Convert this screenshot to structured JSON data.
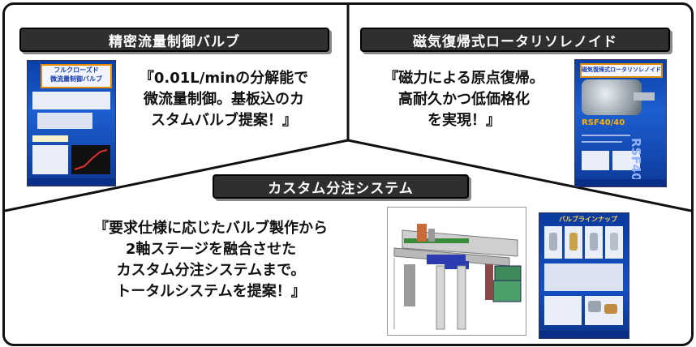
{
  "sections": {
    "precision_valve": {
      "banner": "精密流量制御バルブ",
      "quote_lines": [
        "『0.01L/minの分解能で",
        "微流量制御。基板込のカ",
        "スタムバルブ提案！』"
      ]
    },
    "rotary_solenoid": {
      "banner": "磁気復帰式ロータリソレノイド",
      "quote_lines": [
        "『磁力による原点復帰。",
        "高耐久かつ低価格化",
        "を実現！』"
      ]
    },
    "custom_system": {
      "banner": "カスタム分注システム",
      "quote_lines": [
        "『要求仕様に応じたバルブ製作から",
        "2軸ステージを融合させた",
        "カスタム分注システムまで。",
        "トータルシステムを提案！』"
      ]
    }
  },
  "brochures": {
    "valve_doc_title": "フルクローズド\n微流量制御バルブ",
    "solenoid_doc_title": "磁気復帰式ロータリソレノイド",
    "solenoid_model": "RSF40/40",
    "lineup_doc_title": "バルブラインナップ"
  }
}
